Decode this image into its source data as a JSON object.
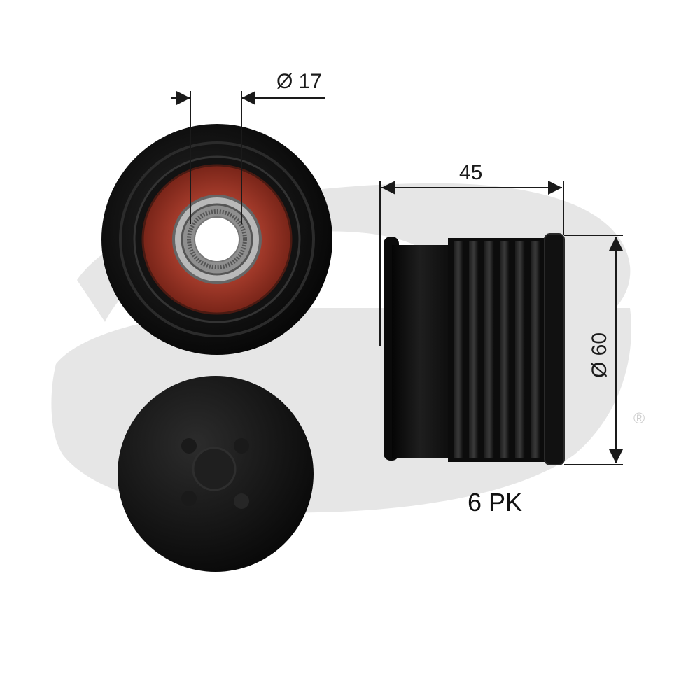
{
  "dimensions": {
    "bore_diameter": "Ø 17",
    "width": "45",
    "outer_diameter": "Ø 60"
  },
  "belt_profile": "6 PK",
  "watermark": {
    "brand_mark": "gates-logo",
    "registered_symbol": "®"
  },
  "colors": {
    "pulley_black": "#0d0d0d",
    "bearing_red": "#8a2c1f",
    "watermark_gray": "#e6e6e6",
    "dimension_line": "#1a1a1a"
  }
}
